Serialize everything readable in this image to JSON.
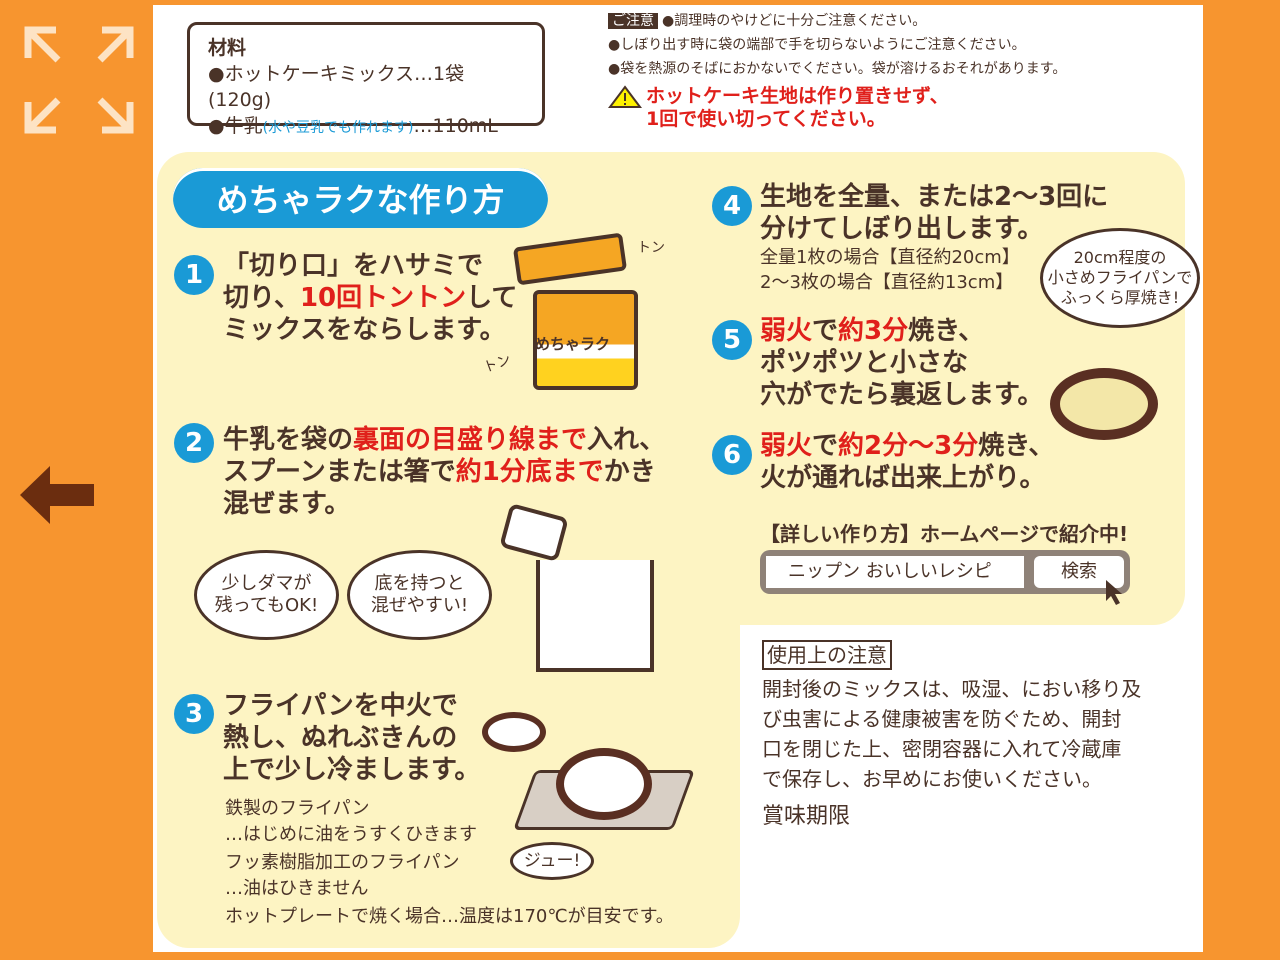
{
  "viewer": {
    "expand_icon": "expand-arrows-icon",
    "back_icon": "back-arrow-icon"
  },
  "ingredients": {
    "title": "材料",
    "item1": "●ホットケーキミックス…1袋(120g)",
    "item2a": "●牛乳",
    "item2b": "(水や豆乳でも作れます)",
    "item2c": "…110mL"
  },
  "caution": {
    "badge": "ご注意",
    "line1": "●調理時のやけどに十分ご注意ください。",
    "line2": "●しぼり出す時に袋の端部で手を切らないようにご注意ください。",
    "line3": "●袋を熱源のそばにおかないでください。袋が溶けるおそれがあります。",
    "warning1": "ホットケーキ生地は作り置きせず、",
    "warning2": "1回で使い切ってください。"
  },
  "howto": {
    "title": "めちゃラクな作り方"
  },
  "steps": [
    {
      "num": "1",
      "l1": "「切り口」をハサミで",
      "l2a": "切り、",
      "l2b": "10回トントン",
      "l2c": "して",
      "l3": "ミックスをならします。",
      "sfx1": "トン",
      "sfx2": "トン",
      "bag_label": "めちゃラク"
    },
    {
      "num": "2",
      "l1a": "牛乳を袋の",
      "l1b": "裏面の目盛り線まで",
      "l1c": "入れ、",
      "l2a": "スプーンまたは箸で",
      "l2b": "約1分底まで",
      "l2c": "かき",
      "l3": "混ぜます。",
      "bubble1a": "少しダマが",
      "bubble1b": "残ってもOK!",
      "bubble2a": "底を持つと",
      "bubble2b": "混ぜやすい!"
    },
    {
      "num": "3",
      "l1": "フライパンを中火で",
      "l2": "熱し、ぬれぶきんの",
      "l3": "上で少し冷まします。",
      "n1": "鉄製のフライパン",
      "n2": "…はじめに油をうすくひきます",
      "n3": "フッ素樹脂加工のフライパン",
      "n4": "…油はひきません",
      "n5": "ホットプレートで焼く場合…温度は170℃が目安です。",
      "sfx": "ジュー!"
    },
    {
      "num": "4",
      "l1": "生地を全量、または2〜3回に",
      "l2": "分けてしぼり出します。",
      "s1": "全量1枚の場合【直径約20cm】",
      "s2": "2〜3枚の場合【直径約13cm】",
      "bubble1": "20cm程度の",
      "bubble2": "小さめフライパンで",
      "bubble3": "ふっくら厚焼き!"
    },
    {
      "num": "5",
      "l1a": "弱火",
      "l1b": "で",
      "l1c": "約3分",
      "l1d": "焼き、",
      "l2": "ポツポツと小さな",
      "l3": "穴がでたら裏返します。"
    },
    {
      "num": "6",
      "l1a": "弱火",
      "l1b": "で",
      "l1c": "約2分〜3分",
      "l1d": "焼き、",
      "l2": "火が通れば出来上がり。"
    }
  ],
  "web": {
    "heading": "【詳しい作り方】ホームページで紹介中!",
    "search_value": "ニップン おいしいレシピ",
    "search_button": "検索"
  },
  "usage": {
    "title": "使用上の注意",
    "l1": "開封後のミックスは、吸湿、におい移り及",
    "l2": "び虫害による健康被害を防ぐため、開封",
    "l3": "口を閉じた上、密閉容器に入れて冷蔵庫",
    "l4": "で保存し、お早めにお使いください。",
    "expiry": "賞味期限"
  },
  "colors": {
    "background": "#f7952f",
    "accent": "#1a9ad6",
    "highlight": "#e0201b",
    "panel": "#fdf4c3"
  }
}
